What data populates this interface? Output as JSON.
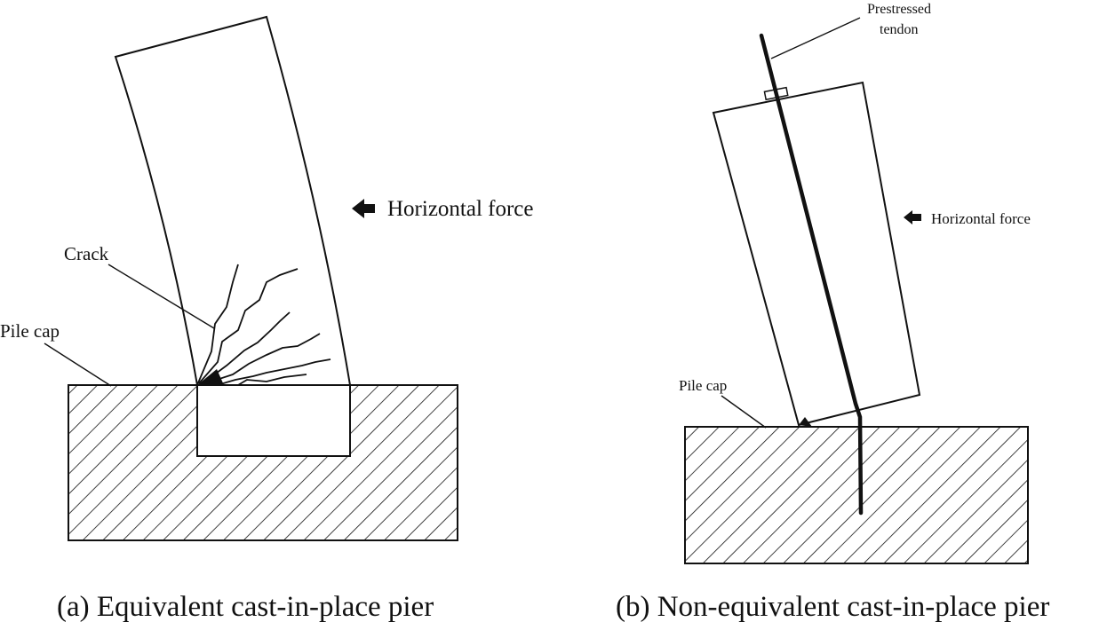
{
  "panel_a": {
    "caption": "(a) Equivalent cast-in-place pier",
    "force_label": "Horizontal force",
    "crack_label": "Crack",
    "pile_cap_label": "Pile cap"
  },
  "panel_b": {
    "caption": "(b) Non-equivalent cast-in-place pier",
    "force_label": "Horizontal force",
    "tendon_label_line1": "Prestressed",
    "tendon_label_line2": "tendon",
    "pile_cap_label": "Pile cap"
  },
  "colors": {
    "line": "#111111",
    "background": "#ffffff"
  }
}
